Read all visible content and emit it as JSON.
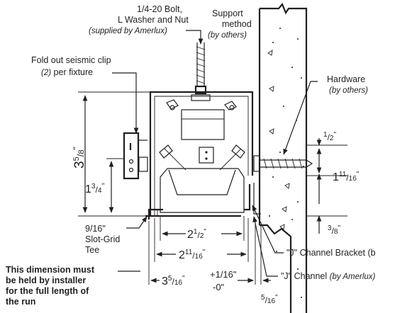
{
  "labels": {
    "bolt_line1": "1/4-20 Bolt,",
    "bolt_line2": "L Washer and Nut",
    "bolt_note": "(supplied by Amerlux)",
    "support_line1": "Support",
    "support_line2": "method",
    "support_note": "(by others)",
    "seismic_line1": "Fold out seismic clip",
    "seismic_qty": "(2)",
    "seismic_rest": " per fixture",
    "hardware": "Hardware",
    "hardware_note": "(by others)",
    "tee_line1": "9/16\"",
    "tee_line2": "Slot-Grid",
    "tee_line3": "Tee",
    "j_bracket": "\"J\" Channel Bracket (b",
    "j_channel": "\"J\" Channel ",
    "j_channel_note": "(by Amerlux)",
    "note_line1": "This dimension must",
    "note_line2": "be held by installer",
    "note_line3": "for the full length of",
    "note_line4": "the run"
  },
  "dimensions": {
    "overall_height": {
      "whole": "3",
      "num": "5",
      "den": "8",
      "unit": "\""
    },
    "clip_height": {
      "whole": "1",
      "num": "3",
      "den": "4",
      "unit": "\""
    },
    "top_offset": {
      "whole": "",
      "num": "1",
      "den": "2",
      "unit": "\""
    },
    "bracket_height": {
      "whole": "1",
      "num": "11",
      "den": "16",
      "unit": "\""
    },
    "bottom_offset": {
      "whole": "",
      "num": "3",
      "den": "8",
      "unit": "\""
    },
    "inner_width": {
      "whole": "2",
      "num": "1",
      "den": "2",
      "unit": "\""
    },
    "mid_width": {
      "whole": "2",
      "num": "11",
      "den": "16",
      "unit": "\""
    },
    "outer_width": {
      "whole": "3",
      "num": "5",
      "den": "16",
      "unit": "\""
    },
    "tol_plus": "+1/16\"",
    "tol_minus": "-0\"",
    "gap_width": {
      "num": "5",
      "den": "16",
      "unit": "\""
    }
  }
}
